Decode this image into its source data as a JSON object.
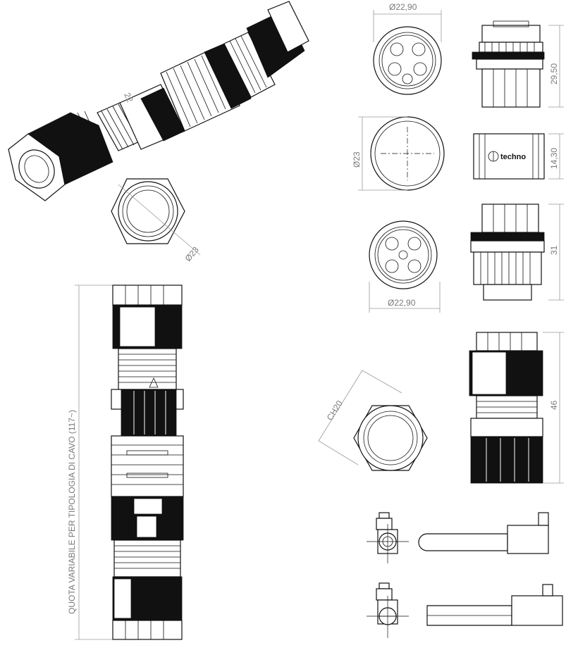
{
  "dimensions": {
    "cable_variable_length": "QUOTA  VARIABILE PER TIPOLOGIA DI CAVO (117~)",
    "nut_diameter": "Ø23",
    "top_face_diameter": "Ø22,90",
    "top_side_height": "29,50",
    "middle_face_diameter": "Ø23",
    "middle_side_height": "14,30",
    "lower_face_diameter": "Ø22,90",
    "lower_side_height": "31",
    "hex_size": "CH20",
    "bottom_side_height": "46"
  },
  "labels": {
    "brand": "techno",
    "ring_marking": "22"
  },
  "colors": {
    "ink": "#111111",
    "dimension": "#7a7a7a"
  }
}
